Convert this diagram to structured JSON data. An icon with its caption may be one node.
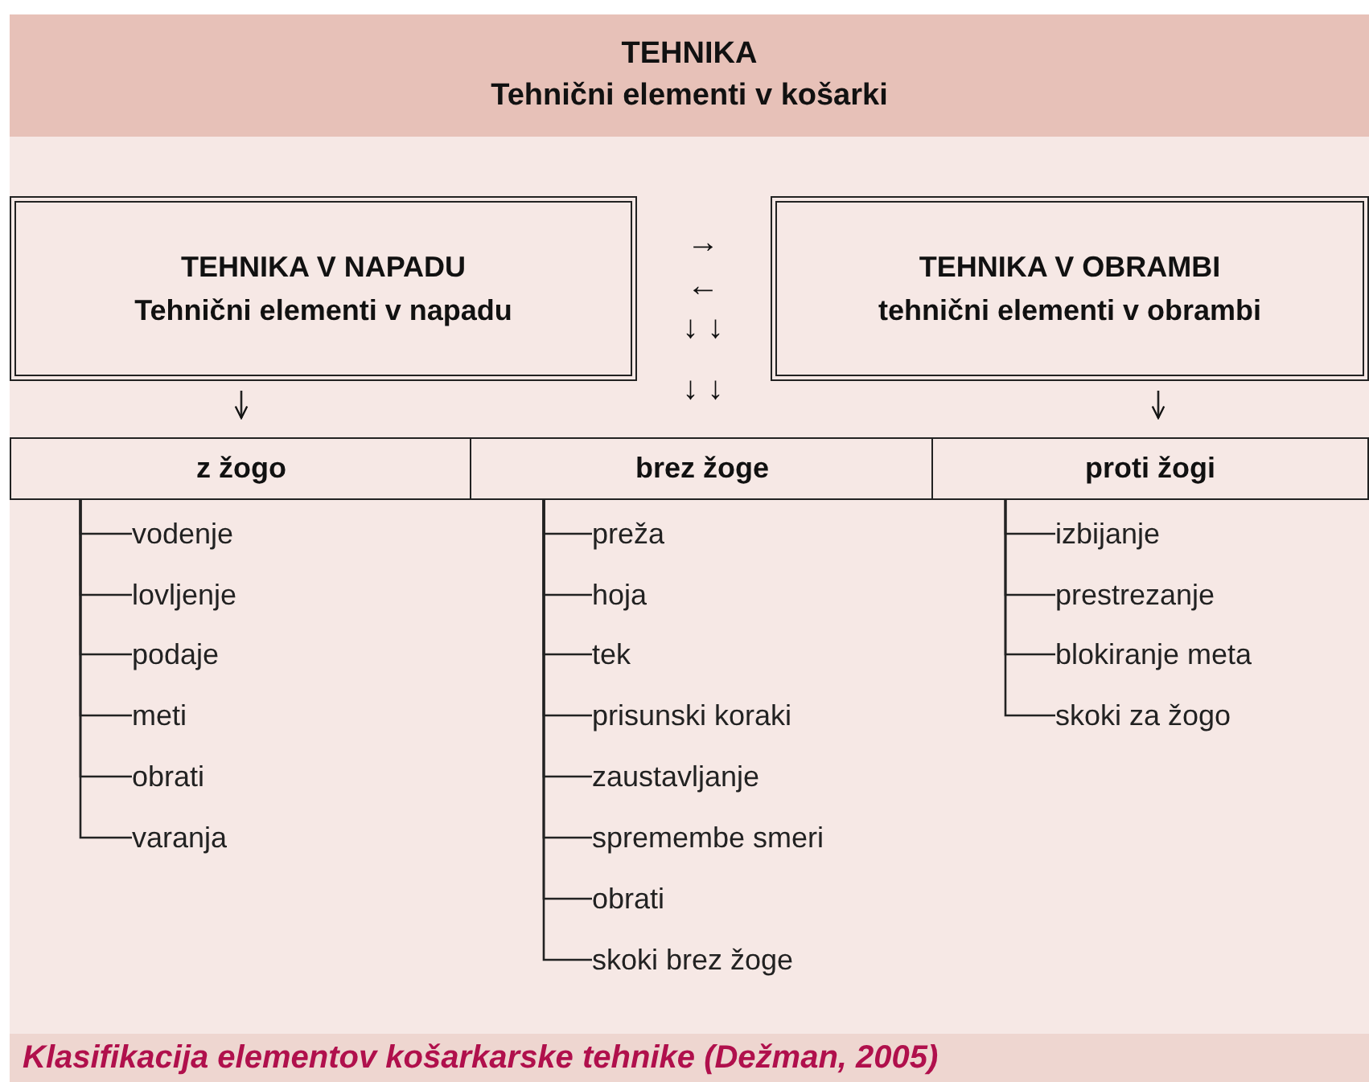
{
  "diagram": {
    "caption": "Klasifikacija elementov košarkarske tehnike (Dežman, 2005)",
    "nodes": [
      {
        "text": [
          "TEHNIKA",
          "Tehnični elementi v košarki"
        ]
      },
      {
        "text": [
          "TEHNIKA V NAPADU",
          "Tehnični elementi v napadu"
        ]
      },
      {
        "text": [
          "TEHNIKA V OBRAMBI",
          "tehnični elementi v obrambi"
        ]
      },
      {
        "text": [
          "z žogo"
        ]
      },
      {
        "text": [
          "brez žoge"
        ]
      },
      {
        "text": [
          "proti žogi"
        ]
      },
      {
        "text": [
          "vodenje"
        ]
      },
      {
        "text": [
          "lovljenje"
        ]
      },
      {
        "text": [
          "podaje"
        ]
      },
      {
        "text": [
          "meti"
        ]
      },
      {
        "text": [
          "obrati"
        ]
      },
      {
        "text": [
          "varanja"
        ]
      },
      {
        "text": [
          "preža"
        ]
      },
      {
        "text": [
          "hoja"
        ]
      },
      {
        "text": [
          "tek"
        ]
      },
      {
        "text": [
          "prisunski koraki"
        ]
      },
      {
        "text": [
          "zaustavljanje"
        ]
      },
      {
        "text": [
          "spremembe smeri"
        ]
      },
      {
        "text": [
          "obrati"
        ]
      },
      {
        "text": [
          "skoki brez žoge"
        ]
      },
      {
        "text": [
          "izbijanje"
        ]
      },
      {
        "text": [
          "prestrezanje"
        ]
      },
      {
        "text": [
          "blokiranje meta"
        ]
      },
      {
        "text": [
          "skoki za žogo"
        ]
      }
    ],
    "edges": [
      {
        "from": 1,
        "to": 3,
        "arrow": "to"
      },
      {
        "from": 2,
        "to": 5,
        "arrow": "to"
      },
      {
        "from": 3,
        "to": 6,
        "arrow": "none"
      },
      {
        "from": 3,
        "to": 7,
        "arrow": "none"
      },
      {
        "from": 3,
        "to": 8,
        "arrow": "none"
      },
      {
        "from": 3,
        "to": 9,
        "arrow": "none"
      },
      {
        "from": 3,
        "to": 10,
        "arrow": "none"
      },
      {
        "from": 3,
        "to": 11,
        "arrow": "none"
      },
      {
        "from": 4,
        "to": 12,
        "arrow": "none"
      },
      {
        "from": 4,
        "to": 13,
        "arrow": "none"
      },
      {
        "from": 4,
        "to": 14,
        "arrow": "none"
      },
      {
        "from": 4,
        "to": 15,
        "arrow": "none"
      },
      {
        "from": 4,
        "to": 16,
        "arrow": "none"
      },
      {
        "from": 4,
        "to": 17,
        "arrow": "none"
      },
      {
        "from": 4,
        "to": 18,
        "arrow": "none"
      },
      {
        "from": 4,
        "to": 19,
        "arrow": "none"
      },
      {
        "from": 5,
        "to": 20,
        "arrow": "none"
      },
      {
        "from": 5,
        "to": 21,
        "arrow": "none"
      },
      {
        "from": 5,
        "to": 22,
        "arrow": "none"
      },
      {
        "from": 5,
        "to": 23,
        "arrow": "none"
      }
    ],
    "labels": [
      "→",
      "←",
      "↓ ↓",
      "↓ ↓"
    ]
  }
}
